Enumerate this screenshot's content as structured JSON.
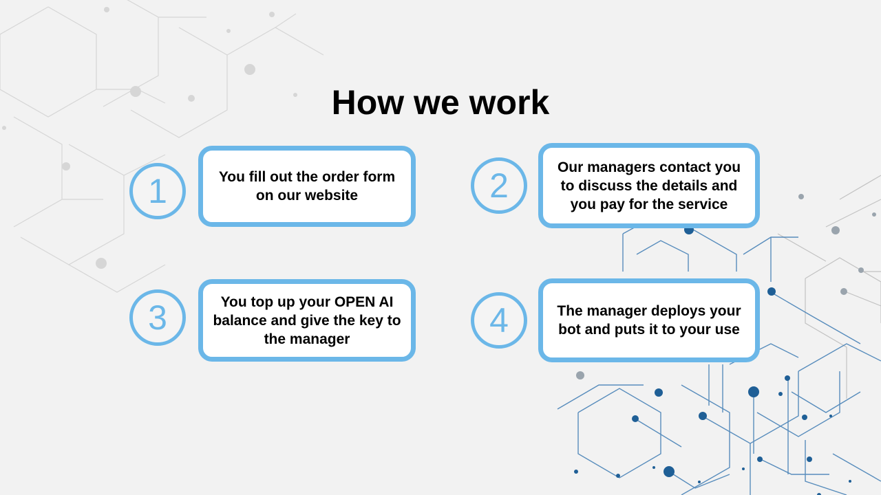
{
  "title": "How we work",
  "steps": [
    {
      "number": "1",
      "text": "You fill out the order form on our website"
    },
    {
      "number": "2",
      "text": "Our managers contact you to discuss the details and you pay for the service"
    },
    {
      "number": "3",
      "text": "You top up your OPEN AI balance and give the key to the manager"
    },
    {
      "number": "4",
      "text": "The manager deploys your bot and puts it to your use"
    }
  ],
  "colors": {
    "accent": "#6bb7e8",
    "background": "#f2f2f2",
    "network_light": "#c8c8c8",
    "network_blue": "#2f6fa6"
  }
}
